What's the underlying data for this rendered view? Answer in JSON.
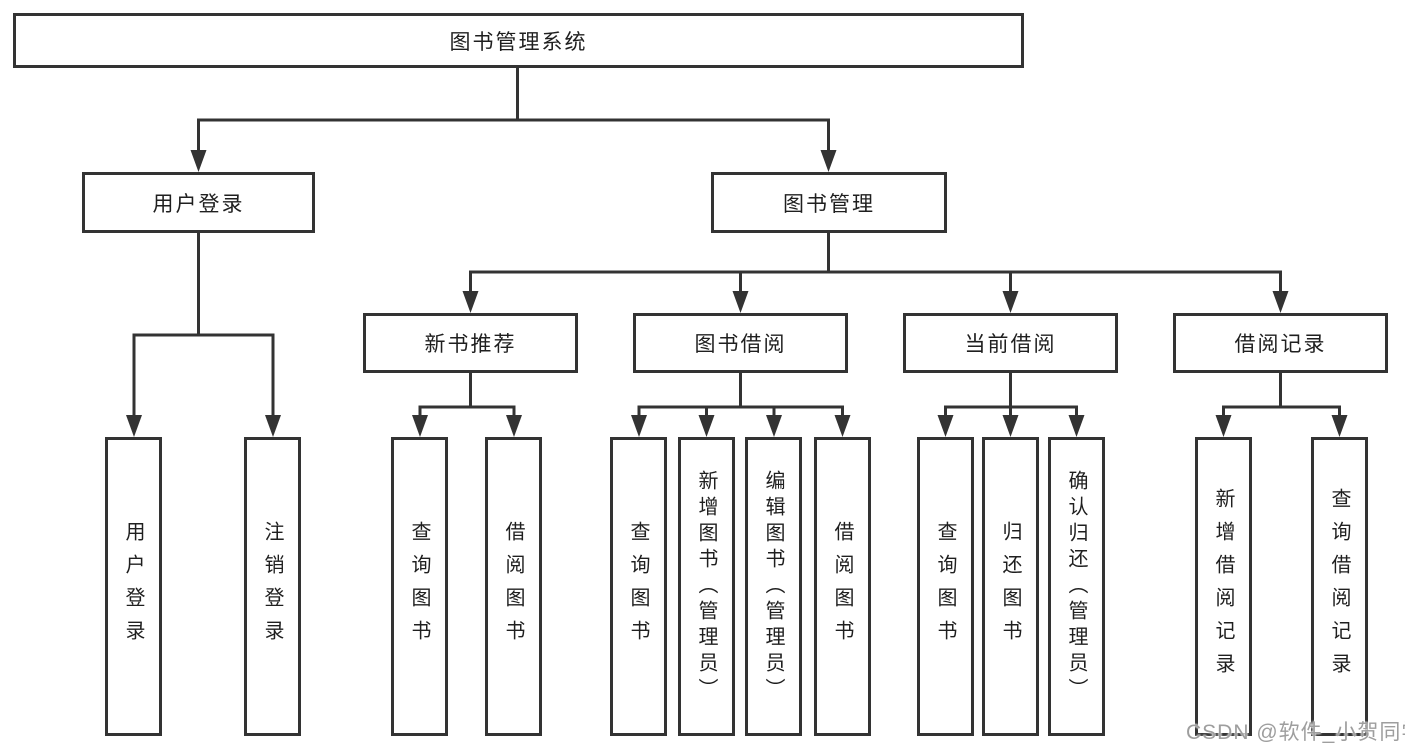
{
  "root": {
    "label": "图书管理系统"
  },
  "level2": {
    "user_login": {
      "label": "用户登录"
    },
    "book_management": {
      "label": "图书管理"
    }
  },
  "user_login_children": {
    "login": {
      "label": "用户登录"
    },
    "logout": {
      "label": "注销登录"
    }
  },
  "modules": {
    "new_book_recommend": {
      "label": "新书推荐",
      "leaves": [
        "查询图书",
        "借阅图书"
      ]
    },
    "book_borrow": {
      "label": "图书借阅",
      "leaves": [
        "查询图书",
        "新增图书（管理员）",
        "编辑图书（管理员）",
        "借阅图书"
      ]
    },
    "current_borrow": {
      "label": "当前借阅",
      "leaves": [
        "查询图书",
        "归还图书",
        "确认归还（管理员）"
      ]
    },
    "borrow_records": {
      "label": "借阅记录",
      "leaves": [
        "新增借阅记录",
        "查询借阅记录"
      ]
    }
  },
  "watermark": {
    "text": "CSDN @软件_小贺同学"
  },
  "colors": {
    "line": "#333333",
    "text": "#1f1f1f",
    "box_fill": "#ffffff",
    "background": "#ffffff",
    "watermark": "#9e9e9e"
  }
}
